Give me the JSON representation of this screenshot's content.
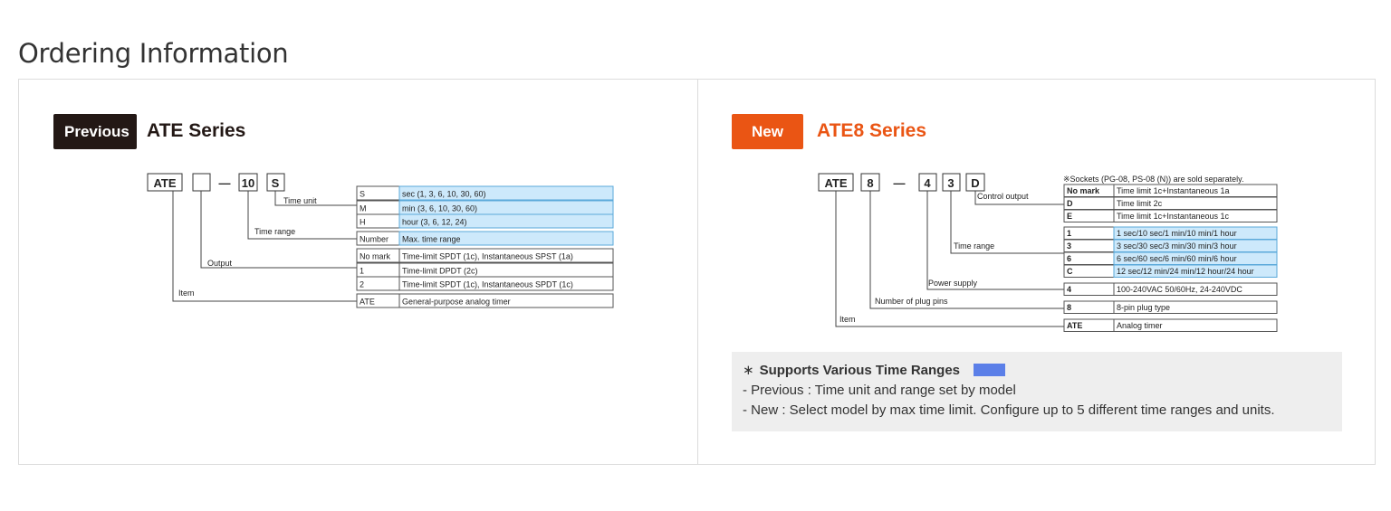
{
  "page": {
    "title": "Ordering Information"
  },
  "previous": {
    "badge": "Previous",
    "title": "ATE Series",
    "codes": [
      "ATE",
      "",
      "—",
      "10",
      "S"
    ],
    "labels": {
      "time_unit": "Time unit",
      "time_range": "Time range",
      "output": "Output",
      "item": "Item"
    },
    "rows": [
      {
        "code": "S",
        "desc": "sec (1, 3, 6, 10, 30, 60)",
        "highlight": true
      },
      {
        "code": "M",
        "desc": "min (3, 6, 10, 30, 60)",
        "highlight": true
      },
      {
        "code": "H",
        "desc": "hour (3, 6, 12, 24)",
        "highlight": true
      },
      {
        "code": "Number",
        "desc": "Max. time range",
        "highlight": true
      },
      {
        "code": "No mark",
        "desc": "Time-limit SPDT (1c), Instantaneous SPST (1a)",
        "highlight": false
      },
      {
        "code": "1",
        "desc": "Time-limit DPDT (2c)",
        "highlight": false
      },
      {
        "code": "2",
        "desc": "Time-limit SPDT (1c), Instantaneous SPDT (1c)",
        "highlight": false
      },
      {
        "code": "ATE",
        "desc": "General-purpose analog timer",
        "highlight": false
      }
    ]
  },
  "new": {
    "badge": "New",
    "title": "ATE8 Series",
    "codes": [
      "ATE",
      "8",
      "—",
      "4",
      "3",
      "D"
    ],
    "sockets_note": "※Sockets (PG-08, PS-08 (N)) are sold separately.",
    "labels": {
      "control_output": "Control output",
      "time_range": "Time range",
      "power_supply": "Power supply",
      "plug_pins": "Number of plug pins",
      "item": "Item"
    },
    "rows": [
      {
        "code": "No mark",
        "desc": "Time limit 1c+Instantaneous 1a",
        "highlight": false
      },
      {
        "code": "D",
        "desc": "Time limit 2c",
        "highlight": false
      },
      {
        "code": "E",
        "desc": "Time limit 1c+Instantaneous 1c",
        "highlight": false
      },
      {
        "code": "1",
        "desc": "1 sec/10 sec/1 min/10 min/1 hour",
        "highlight": true
      },
      {
        "code": "3",
        "desc": "3 sec/30 sec/3 min/30 min/3 hour",
        "highlight": true
      },
      {
        "code": "6",
        "desc": "6 sec/60 sec/6 min/60 min/6 hour",
        "highlight": true
      },
      {
        "code": "C",
        "desc": "12 sec/12 min/24 min/12 hour/24 hour",
        "highlight": true
      },
      {
        "code": "4",
        "desc": "100-240VAC 50/60Hz, 24-240VDC",
        "highlight": false
      },
      {
        "code": "8",
        "desc": "8-pin plug type",
        "highlight": false
      },
      {
        "code": "ATE",
        "desc": "Analog timer",
        "highlight": false
      }
    ],
    "note": {
      "asterisk": "∗",
      "heading": "Supports Various Time Ranges",
      "legend_color": "#5b7fe8",
      "lines": [
        "- Previous : Time unit and range set by model",
        "- New : Select model by max time limit. Configure up to 5 different time ranges and units."
      ]
    }
  },
  "colors": {
    "highlight": "#cde9fb",
    "highlight_border": "#5aa9da",
    "previous": "#231815",
    "new": "#ea5514"
  }
}
